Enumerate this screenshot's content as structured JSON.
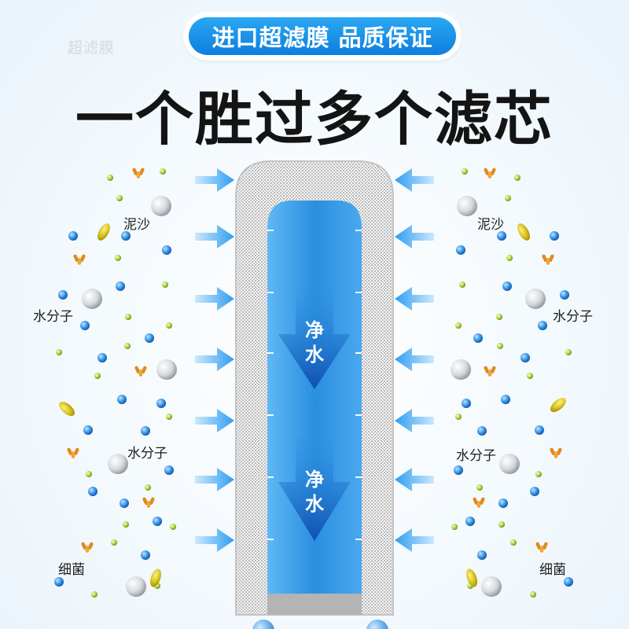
{
  "watermark": "超滤膜",
  "badge": "进口超滤膜 品质保证",
  "headline": "一个胜过多个滤芯",
  "labels": {
    "sand_left": "泥沙",
    "sand_right": "泥沙",
    "water_left_1": "水分子",
    "water_right_1": "水分子",
    "water_left_2": "水分子",
    "water_right_2": "水分子",
    "bacteria_left": "细菌",
    "bacteria_right": "细菌"
  },
  "flow": {
    "top": [
      "净",
      "水"
    ],
    "bottom": [
      "净",
      "水"
    ]
  },
  "colors": {
    "badge": "#1590e6",
    "core": "#2a8fe0",
    "arrow": "#3aa6f4",
    "flow_arrow": "#1458b8"
  }
}
